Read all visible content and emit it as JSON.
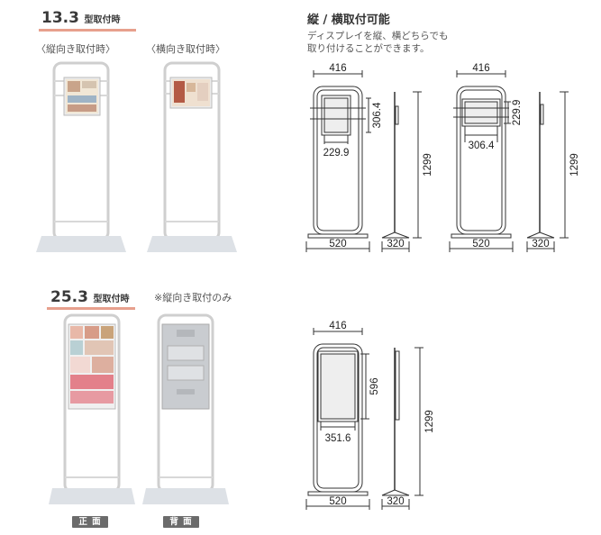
{
  "section1": {
    "size_number": "13.3",
    "size_suffix": "型取付時",
    "caption_portrait": "〈縦向き取付時〉",
    "caption_landscape": "〈横向き取付時〉"
  },
  "section2": {
    "size_number": "25.3",
    "size_suffix": "型取付時",
    "note": "※縦向き取付のみ",
    "label_front": "正 面",
    "label_back": "背 面"
  },
  "orientation": {
    "heading": "縦 / 横取付可能",
    "desc_line1": "ディスプレイを縦、横どちらでも",
    "desc_line2": "取り付けることができます。"
  },
  "drawings": {
    "d1": {
      "top_width": "416",
      "screen_height": "306.4",
      "screen_width": "229.9",
      "total_height": "1299",
      "base_width": "520",
      "depth": "320"
    },
    "d2": {
      "top_width": "416",
      "screen_height": "229.9",
      "screen_width": "306.4",
      "total_height": "1299",
      "base_width": "520",
      "depth": "320"
    },
    "d3": {
      "top_width": "416",
      "screen_height": "596",
      "screen_width": "351.6",
      "total_height": "1299",
      "base_width": "520",
      "depth": "320"
    }
  },
  "colors": {
    "accent_underline": "#e7a08d",
    "badge": "#6b6b6b"
  }
}
